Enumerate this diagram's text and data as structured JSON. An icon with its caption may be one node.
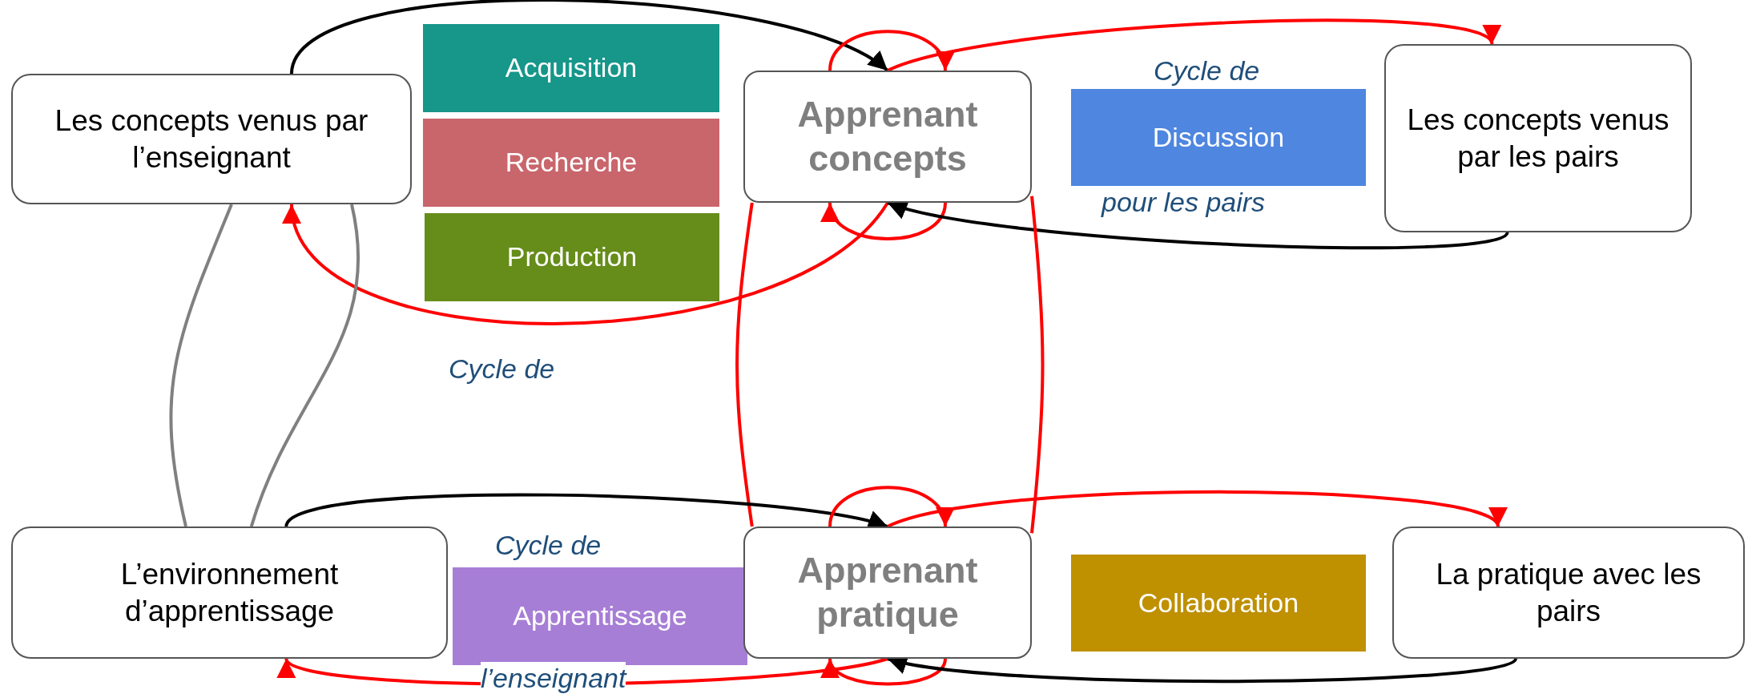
{
  "diagram": {
    "nodes": [
      {
        "text": [
          "Les concepts venus par l’enseignant"
        ]
      },
      {
        "text": [
          "Acquisition"
        ]
      },
      {
        "text": [
          "Recherche"
        ]
      },
      {
        "text": [
          "Production"
        ]
      },
      {
        "text": [
          "Apprenant concepts"
        ]
      },
      {
        "text": [
          "Discussion"
        ]
      },
      {
        "text": [
          "Les concepts venus par les pairs"
        ]
      },
      {
        "text": [
          "L’environnement d’apprentissage"
        ]
      },
      {
        "text": [
          "Apprentissage"
        ]
      },
      {
        "text": [
          "Apprenant pratique"
        ]
      },
      {
        "text": [
          "Collaboration"
        ]
      },
      {
        "text": [
          "La pratique avec les pairs"
        ]
      }
    ],
    "edges": [
      {
        "from": 0,
        "to": 4,
        "arrow": "to",
        "color": "#000000"
      },
      {
        "from": 4,
        "to": 0,
        "arrow": "to"
      },
      {
        "from": 4,
        "to": 4,
        "arrow": "to"
      },
      {
        "from": 4,
        "to": 4,
        "arrow": "to"
      },
      {
        "from": 4,
        "to": 6,
        "arrow": "to"
      },
      {
        "from": 6,
        "to": 4,
        "arrow": "to",
        "color": "#000000"
      },
      {
        "from": 0,
        "to": 7,
        "arrow": "none",
        "color": "#808080"
      },
      {
        "from": 0,
        "to": 7,
        "arrow": "none",
        "color": "#808080"
      },
      {
        "from": 4,
        "to": 9,
        "arrow": "none"
      },
      {
        "from": 4,
        "to": 9,
        "arrow": "none"
      },
      {
        "from": 7,
        "to": 9,
        "arrow": "to",
        "color": "#000000"
      },
      {
        "from": 9,
        "to": 7,
        "arrow": "to"
      },
      {
        "from": 9,
        "to": 9,
        "arrow": "to"
      },
      {
        "from": 9,
        "to": 9,
        "arrow": "to"
      },
      {
        "from": 9,
        "to": 11,
        "arrow": "to"
      },
      {
        "from": 11,
        "to": 9,
        "arrow": "to",
        "color": "#000000"
      }
    ],
    "labels": [
      "Cycle de",
      "Cycle de",
      "pour les pairs",
      "Cycle de",
      "l’enseignant"
    ]
  }
}
